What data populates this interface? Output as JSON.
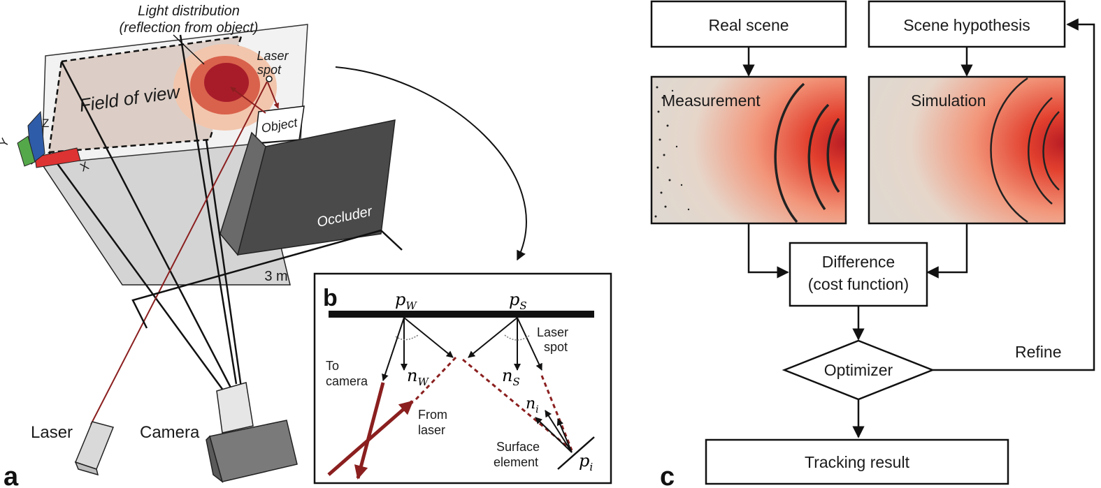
{
  "panel_a": {
    "label": "a",
    "light_distribution_line1": "Light distribution",
    "light_distribution_line2": "(reflection from object)",
    "laser_spot_line1": "Laser",
    "laser_spot_line2": "spot",
    "field_of_view": "Field of view",
    "object": "Object",
    "occluder": "Occluder",
    "axis_x": "X",
    "axis_y": "Y",
    "axis_z": "Z",
    "distance": "3 m",
    "laser": "Laser",
    "camera": "Camera"
  },
  "panel_b": {
    "label": "b",
    "p_w": "p",
    "p_w_sub": "W",
    "p_s": "p",
    "p_s_sub": "S",
    "n_w": "n",
    "n_w_sub": "W",
    "n_s": "n",
    "n_s_sub": "S",
    "n_i": "n",
    "n_i_sub": "i",
    "p_i": "p",
    "p_i_sub": "i",
    "to_camera_line1": "To",
    "to_camera_line2": "camera",
    "from_laser_line1": "From",
    "from_laser_line2": "laser",
    "laser_spot_line1": "Laser",
    "laser_spot_line2": "spot",
    "surface_element_line1": "Surface",
    "surface_element_line2": "element"
  },
  "panel_c": {
    "label": "c",
    "real_scene": "Real scene",
    "scene_hypothesis": "Scene hypothesis",
    "measurement": "Measurement",
    "simulation": "Simulation",
    "difference_line1": "Difference",
    "difference_line2": "(cost function)",
    "optimizer": "Optimizer",
    "refine": "Refine",
    "tracking_result": "Tracking result"
  },
  "colors": {
    "laser_red": "#8b1f1f",
    "occluder_dark": "#4a4a4a",
    "wall_grey": "#d6d6d6",
    "spot_outer": "#f2c6ad",
    "spot_mid": "#d9624c",
    "spot_inner": "#a81c2a"
  }
}
